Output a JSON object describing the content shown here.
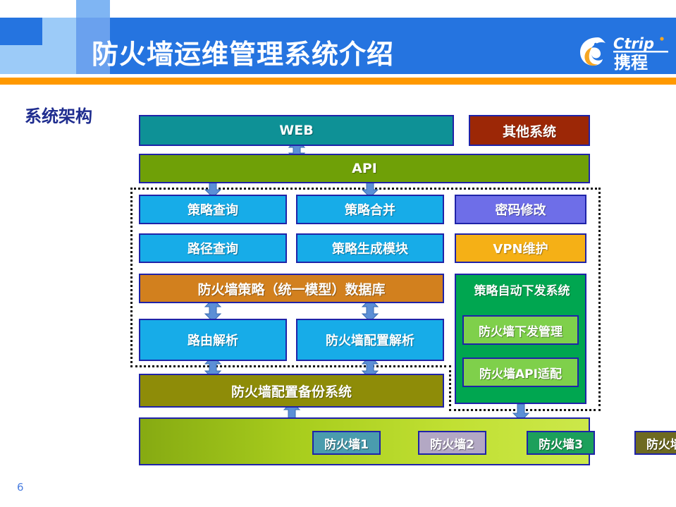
{
  "header": {
    "title": "防火墙运维管理系统介绍",
    "logo_name": "ctrip-logo",
    "logo_text_en": "Ctrip",
    "logo_text_cn": "携程",
    "band_color": "#2574E0",
    "accent_bar_color": "#FF9900"
  },
  "section": {
    "title": "系统架构",
    "title_color": "#1F2D8F"
  },
  "footer": {
    "page_number": "6"
  },
  "diagram": {
    "web": "WEB",
    "other_system": "其他系统",
    "api": "API",
    "modules": [
      "策略查询",
      "策略合并",
      "密码修改",
      "路径查询",
      "策略生成模块",
      "VPN维护"
    ],
    "database": "防火墙策略（统一模型）数据库",
    "parsers": [
      "路由解析",
      "防火墙配置解析"
    ],
    "backup_system": "防火墙配置备份系统",
    "auto_deploy": {
      "title": "策略自动下发系统",
      "children": [
        "防火墙下发管理",
        "防火墙API适配"
      ]
    },
    "firewalls": [
      "防火墙1",
      "防火墙2",
      "防火墙3",
      "防火墙n"
    ],
    "colors": {
      "web": "#0E9196",
      "other_system": "#9C2706",
      "api": "#6FA007",
      "module_blue": "#17ACE8",
      "module_purple": "#6E6EE8",
      "module_orange": "#F5B016",
      "database": "#D2801E",
      "backup": "#8E8C08",
      "auto_deploy": "#00A650",
      "auto_deploy_child": "#7FD04B",
      "firewall_band_start": "#86AA12",
      "firewall_band_end": "#CCE84A",
      "box_border": "#1F23A8",
      "arrow": "#5B8FD6"
    }
  }
}
